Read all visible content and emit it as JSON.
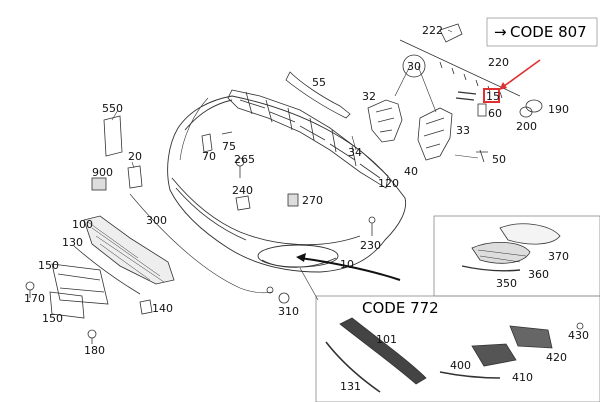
{
  "diagram": {
    "code_box_top": {
      "arrow": "→",
      "text": "CODE 807"
    },
    "code_box_bottom": {
      "text": "CODE 772"
    },
    "part_labels": {
      "p222": "222",
      "p220": "220",
      "p15": "15",
      "p60": "60",
      "p190": "190",
      "p200": "200",
      "p30": "30",
      "p32": "32",
      "p55": "55",
      "p33": "33",
      "p50": "50",
      "p40": "40",
      "p34": "34",
      "p120": "120",
      "p550": "550",
      "p20": "20",
      "p70": "70",
      "p75": "75",
      "p265": "265",
      "p900": "900",
      "p240": "240",
      "p270": "270",
      "p300": "300",
      "p100": "100",
      "p130": "130",
      "p230": "230",
      "p10": "10",
      "p150a": "150",
      "p170": "170",
      "p150b": "150",
      "p140": "140",
      "p310": "310",
      "p180": "180",
      "p370": "370",
      "p360": "360",
      "p350": "350",
      "p101": "101",
      "p131": "131",
      "p400": "400",
      "p410": "410",
      "p420": "420",
      "p430": "430"
    },
    "highlight": {
      "label": "p15",
      "color": "#e03030"
    },
    "line_color": "#333333"
  }
}
